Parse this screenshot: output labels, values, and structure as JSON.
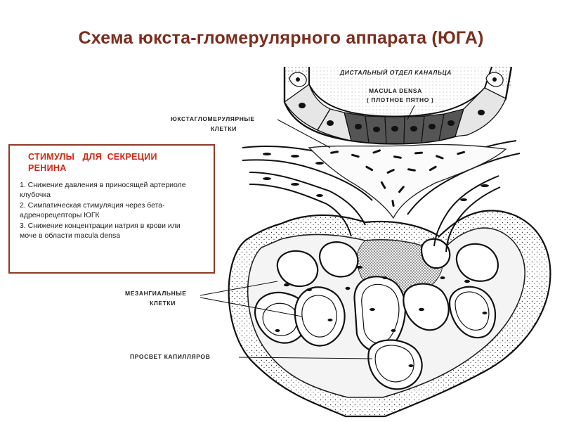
{
  "title": "Схема юкста-гломерулярного аппарата (ЮГА)",
  "labels": {
    "distal_tubule": "ДИСТАЛЬНЫЙ  ОТДЕЛ  КАНАЛЬЦА",
    "macula_densa": "MACULA  DENSA",
    "macula_densa_ru": "( ПЛОТНОЕ  ПЯТНО )",
    "jg_cells_1": "ЮКСТАГЛОМЕРУЛЯРНЫЕ",
    "jg_cells_2": "КЛЕТКИ",
    "mesangial_1": "МЕЗАНГИАЛЬНЫЕ",
    "mesangial_2": "КЛЕТКИ",
    "capillary_lumen": "ПРОСВЕТ  КАПИЛЛЯРОВ"
  },
  "stimuli": {
    "title": "СТИМУЛЫ   ДЛЯ  СЕКРЕЦИИ\nРЕНИНА",
    "items": [
      "1. Снижение  давления  в приносящей артериоле  клубочка",
      "2. Симпатическая стимуляция  через бета-адренорецепторы ЮГК",
      "3. Снижение  концентрации натрия в крови или моче в области macula densa"
    ]
  },
  "colors": {
    "title": "#7a2e1e",
    "stimuli_title": "#cc2a12",
    "stimuli_border": "#8b3a2a"
  }
}
